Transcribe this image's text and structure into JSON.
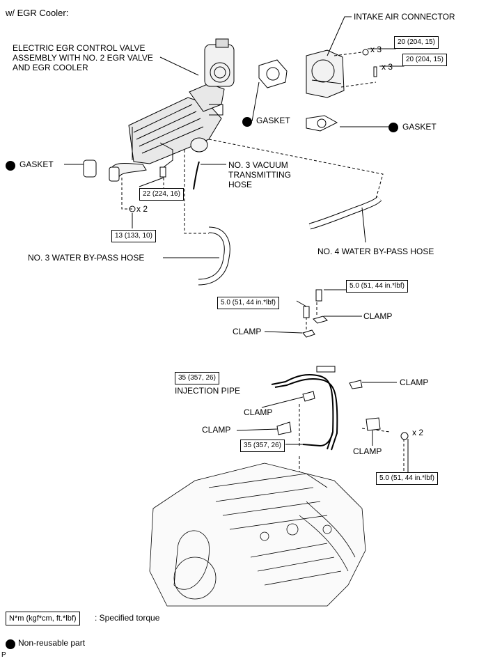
{
  "header": {
    "title": "w/ EGR Cooler:"
  },
  "labels": {
    "egr_valve": "ELECTRIC EGR CONTROL VALVE\nASSEMBLY WITH NO. 2 EGR VALVE\nAND EGR COOLER",
    "intake_connector": "INTAKE AIR CONNECTOR",
    "gasket": "GASKET",
    "vacuum_hose": "NO. 3 VACUUM\nTRANSMITTING\nHOSE",
    "hose_3": "NO. 3 WATER BY-PASS HOSE",
    "hose_4": "NO. 4 WATER BY-PASS HOSE",
    "clamp": "CLAMP",
    "injection_pipe": "INJECTION PIPE"
  },
  "quantities": {
    "x3": "x 3",
    "x2": "x 2"
  },
  "torques": {
    "t20": "20 (204, 15)",
    "t22": "22 (224, 16)",
    "t13": "13 (133, 10)",
    "t50": "5.0 (51, 44 in.*lbf)",
    "t35": "35 (357, 26)"
  },
  "legend": {
    "torque_unit": "N*m (kgf*cm, ft.*lbf)",
    "torque_desc": ": Specified torque",
    "nonreusable": "Non-reusable part"
  },
  "footer": {
    "mark": "P"
  }
}
